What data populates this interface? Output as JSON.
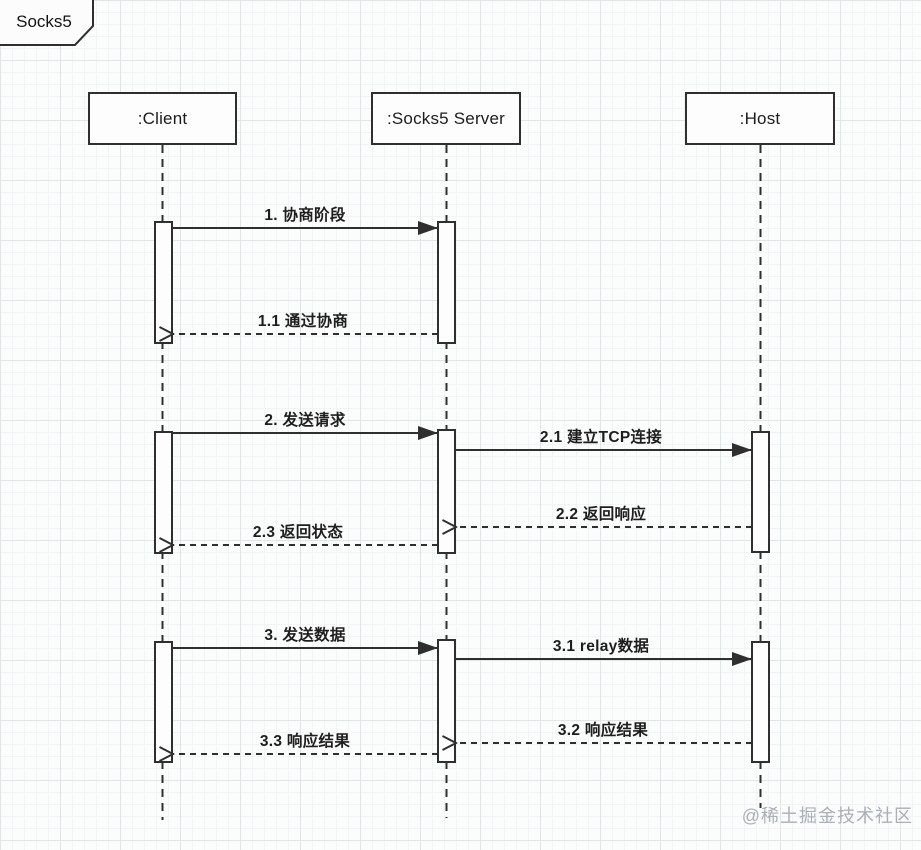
{
  "title_tab": {
    "label": "Socks5"
  },
  "actors": [
    {
      "label": ":Client"
    },
    {
      "label": ":Socks5 Server"
    },
    {
      "label": ":Host"
    }
  ],
  "messages": [
    {
      "label": "1. 协商阶段",
      "from": ":Client",
      "to": ":Socks5 Server",
      "style": "solid"
    },
    {
      "label": "1.1 通过协商",
      "from": ":Socks5 Server",
      "to": ":Client",
      "style": "dashed"
    },
    {
      "label": "2. 发送请求",
      "from": ":Client",
      "to": ":Socks5 Server",
      "style": "solid"
    },
    {
      "label": "2.1 建立TCP连接",
      "from": ":Socks5 Server",
      "to": ":Host",
      "style": "solid"
    },
    {
      "label": "2.2 返回响应",
      "from": ":Host",
      "to": ":Socks5 Server",
      "style": "dashed"
    },
    {
      "label": "2.3 返回状态",
      "from": ":Socks5 Server",
      "to": ":Client",
      "style": "dashed"
    },
    {
      "label": "3. 发送数据",
      "from": ":Client",
      "to": ":Socks5 Server",
      "style": "solid"
    },
    {
      "label": "3.1 relay数据",
      "from": ":Socks5 Server",
      "to": ":Host",
      "style": "solid"
    },
    {
      "label": "3.2 响应结果",
      "from": ":Host",
      "to": ":Socks5 Server",
      "style": "dashed"
    },
    {
      "label": "3.3 响应结果",
      "from": ":Socks5 Server",
      "to": ":Client",
      "style": "dashed"
    }
  ],
  "watermark": {
    "label": "@稀土掘金技术社区"
  },
  "colors": {
    "line": "#2f2f2f",
    "box_fill": "#fdfdfe",
    "watermark": "#abb0b5"
  }
}
